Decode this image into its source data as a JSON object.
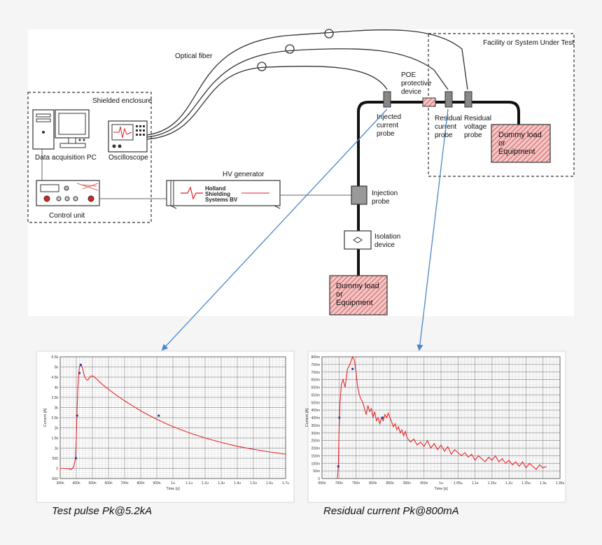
{
  "diagram": {
    "labels": {
      "optical_fiber": "Optical fiber",
      "facility": "Facility or System Under Test",
      "shielded_enclosure": "Shielded enclosure",
      "data_acq_pc": "Data acquisition PC",
      "oscilloscope": "Oscilloscope",
      "control_unit": "Control unit",
      "hv_generator": "HV generator",
      "poe_l1": "POE",
      "poe_l2": "protective",
      "poe_l3": "device",
      "inj_cur_l1": "Injected",
      "inj_cur_l2": "current",
      "inj_cur_l3": "probe",
      "res_cur_l1": "Residual",
      "res_cur_l2": "current",
      "res_cur_l3": "probe",
      "res_vol_l1": "Residual",
      "res_vol_l2": "voltage",
      "res_vol_l3": "probe",
      "dummy_top_l1": "Dummy load",
      "dummy_top_l2": "or",
      "dummy_top_l3": "Equipment",
      "inj_probe_l1": "Injection",
      "inj_probe_l2": "probe",
      "iso_l1": "Isolation",
      "iso_l2": "device",
      "dummy_bot_l1": "Dummy load",
      "dummy_bot_l2": "or",
      "dummy_bot_l3": "Equipment",
      "logo_l1": "Holland",
      "logo_l2": "Shielding",
      "logo_l3": "Systems BV"
    }
  },
  "chart_data": [
    {
      "type": "line",
      "ylabel": "Current [A]",
      "xlabel": "Time [s]",
      "x_ticks": [
        "300n",
        "400n",
        "500n",
        "600n",
        "700n",
        "800n",
        "900n",
        "1u",
        "1.1u",
        "1.2u",
        "1.3u",
        "1.4u",
        "1.5u",
        "1.6u",
        "1.7u"
      ],
      "y_ticks": [
        "-500",
        "0",
        "500",
        "1k",
        "1.5k",
        "2k",
        "2.5k",
        "3k",
        "3.5k",
        "4k",
        "4.5k",
        "5k",
        "5.5k"
      ],
      "xlim_ns": [
        300,
        1700
      ],
      "ylim": [
        -500,
        5500
      ],
      "series_color": "#e8262b",
      "x_ns": [
        300,
        340,
        370,
        385,
        395,
        400,
        405,
        410,
        415,
        420,
        425,
        430,
        440,
        450,
        460,
        470,
        480,
        490,
        500,
        510,
        520,
        530,
        540,
        560,
        580,
        600,
        650,
        700,
        750,
        800,
        850,
        900,
        950,
        1000,
        1100,
        1200,
        1300,
        1400,
        1500,
        1600,
        1700
      ],
      "y": [
        0,
        0,
        -50,
        100,
        500,
        1500,
        3000,
        4000,
        4700,
        5000,
        5150,
        5100,
        4900,
        4550,
        4400,
        4350,
        4450,
        4550,
        4550,
        4520,
        4450,
        4380,
        4300,
        4150,
        4020,
        3900,
        3600,
        3330,
        3080,
        2840,
        2620,
        2420,
        2230,
        2060,
        1760,
        1500,
        1280,
        1090,
        940,
        810,
        700
      ],
      "markers_x_ns": [
        398,
        405,
        420,
        428,
        912
      ],
      "markers_y": [
        500,
        2600,
        4700,
        5100,
        2600
      ]
    },
    {
      "type": "line",
      "ylabel": "Current [A]",
      "xlabel": "Time [s]",
      "x_ticks": [
        "650n",
        "700n",
        "750n",
        "800n",
        "850n",
        "900n",
        "950n",
        "1u",
        "1.05u",
        "1.1u",
        "1.15u",
        "1.2u",
        "1.25u",
        "1.3u",
        "1.35u"
      ],
      "y_ticks": [
        "0",
        "50m",
        "100m",
        "150m",
        "200m",
        "250m",
        "300m",
        "350m",
        "400m",
        "450m",
        "500m",
        "550m",
        "600m",
        "650m",
        "700m",
        "750m",
        "800m"
      ],
      "xlim_ns": [
        650,
        1350
      ],
      "ylim": [
        0,
        0.8
      ],
      "series_color": "#e8262b",
      "x_ns": [
        695,
        698,
        700,
        703,
        707,
        712,
        718,
        725,
        732,
        740,
        745,
        750,
        755,
        760,
        765,
        770,
        775,
        780,
        785,
        790,
        795,
        800,
        805,
        810,
        815,
        820,
        825,
        830,
        835,
        840,
        845,
        850,
        855,
        860,
        865,
        870,
        875,
        880,
        885,
        890,
        895,
        900,
        910,
        920,
        930,
        940,
        950,
        960,
        970,
        980,
        990,
        1000,
        1010,
        1020,
        1030,
        1040,
        1050,
        1060,
        1070,
        1080,
        1090,
        1100,
        1110,
        1120,
        1130,
        1140,
        1150,
        1160,
        1170,
        1180,
        1190,
        1200,
        1210,
        1220,
        1230,
        1240,
        1250,
        1260,
        1270,
        1280,
        1290,
        1300,
        1310
      ],
      "y": [
        0,
        0.08,
        0.3,
        0.5,
        0.62,
        0.65,
        0.6,
        0.72,
        0.75,
        0.8,
        0.78,
        0.7,
        0.6,
        0.55,
        0.52,
        0.5,
        0.46,
        0.42,
        0.48,
        0.44,
        0.46,
        0.4,
        0.44,
        0.38,
        0.4,
        0.36,
        0.4,
        0.38,
        0.42,
        0.4,
        0.43,
        0.4,
        0.37,
        0.34,
        0.36,
        0.32,
        0.34,
        0.3,
        0.32,
        0.28,
        0.31,
        0.27,
        0.24,
        0.26,
        0.22,
        0.24,
        0.21,
        0.25,
        0.2,
        0.23,
        0.19,
        0.22,
        0.18,
        0.21,
        0.16,
        0.19,
        0.17,
        0.15,
        0.17,
        0.14,
        0.16,
        0.12,
        0.15,
        0.13,
        0.11,
        0.14,
        0.12,
        0.15,
        0.11,
        0.13,
        0.1,
        0.12,
        0.09,
        0.11,
        0.08,
        0.11,
        0.07,
        0.1,
        0.08,
        0.06,
        0.09,
        0.07,
        0.08
      ],
      "markers_x_ns": [
        698,
        701,
        740,
        828
      ],
      "markers_y": [
        0.08,
        0.4,
        0.72,
        0.4
      ]
    }
  ],
  "captions": {
    "left": "Test pulse Pk@5.2kA",
    "right": "Residual current Pk@800mA"
  }
}
